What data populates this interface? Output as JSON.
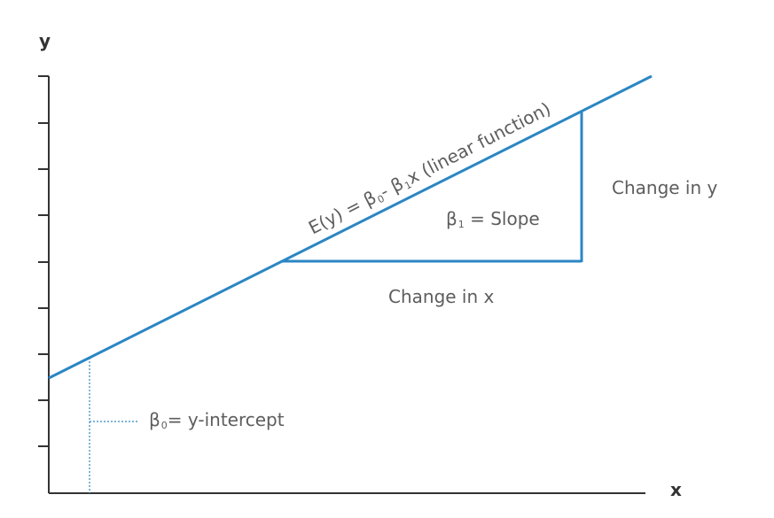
{
  "axes": {
    "x_label": "x",
    "y_label": "y"
  },
  "line_equation": {
    "lhs": "E(y) = β",
    "sub0": "0",
    "mid": "- β",
    "sub1": "1",
    "rhs": "x (linear function)"
  },
  "slope": {
    "beta": "β",
    "sub": "1",
    "text": " = Slope"
  },
  "change_in_y": "Change in y",
  "change_in_x": "Change in x",
  "intercept": {
    "beta": "β",
    "sub": "0",
    "text": "= y-intercept"
  },
  "colors": {
    "line": "#2b86c5",
    "axis": "#333333",
    "text": "#5d5d5d"
  }
}
